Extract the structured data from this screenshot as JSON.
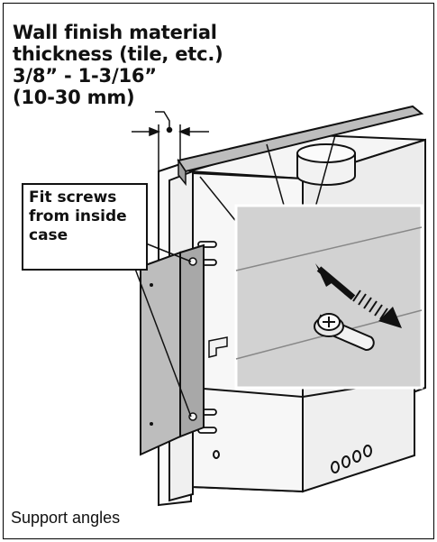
{
  "title": {
    "line1": "Wall finish material",
    "line2": "thickness (tile, etc.)",
    "line3": "3/8” - 1-3/16”",
    "line4": "(10-30 mm)"
  },
  "callout": {
    "line1": "Fit screws",
    "line2": "from inside",
    "line3": "case"
  },
  "caption": "Support angles",
  "icons": [
    "screw-icon",
    "slot-icon",
    "adjustment-arrow-icon"
  ],
  "colors": {
    "line": "#111111",
    "panel_gray": "#d2d2d2",
    "bracket_gray": "#bdbdbd",
    "case_light": "#f4f4f4"
  }
}
